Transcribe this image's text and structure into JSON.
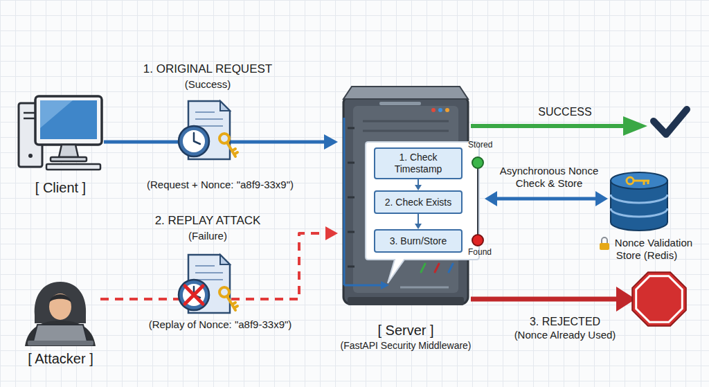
{
  "diagram": {
    "nodes": [
      {
        "text": [
          "[ Client ]"
        ]
      },
      {
        "text": [
          "[ Server ]",
          "(FastAPI Security Middleware)"
        ]
      },
      {
        "text": [
          "1. Check Timestamp"
        ],
        "in": 1
      },
      {
        "text": [
          "2. Check Exists"
        ],
        "in": 1
      },
      {
        "text": [
          "3. Burn/Store"
        ],
        "in": 1
      },
      {
        "text": [
          "Nonce Validation Store (Redis)"
        ]
      },
      {
        "text": [
          "[ Attacker ]"
        ]
      }
    ],
    "edges": [
      {
        "from": 0,
        "to": 1,
        "arrow": "to",
        "label": "1. ORIGINAL REQUEST"
      },
      {
        "from": 6,
        "to": 1,
        "arrow": "to",
        "label": "2. REPLAY ATTACK"
      },
      {
        "from": 1,
        "to": 5,
        "arrow": "both",
        "label": "Asynchronous Nonce Check & Store"
      },
      {
        "from": 2,
        "to": 3,
        "arrow": "to"
      },
      {
        "from": 3,
        "to": 4,
        "arrow": "to"
      }
    ],
    "labels": [
      "(Success)",
      "(Request + Nonce: \"a8f9-33x9\")",
      "(Failure)",
      "(Replay of Nonce: \"a8f9-33x9\")",
      "SUCCESS",
      "Stored",
      "Found",
      "3. REJECTED",
      "(Nonce Already Used)"
    ]
  }
}
